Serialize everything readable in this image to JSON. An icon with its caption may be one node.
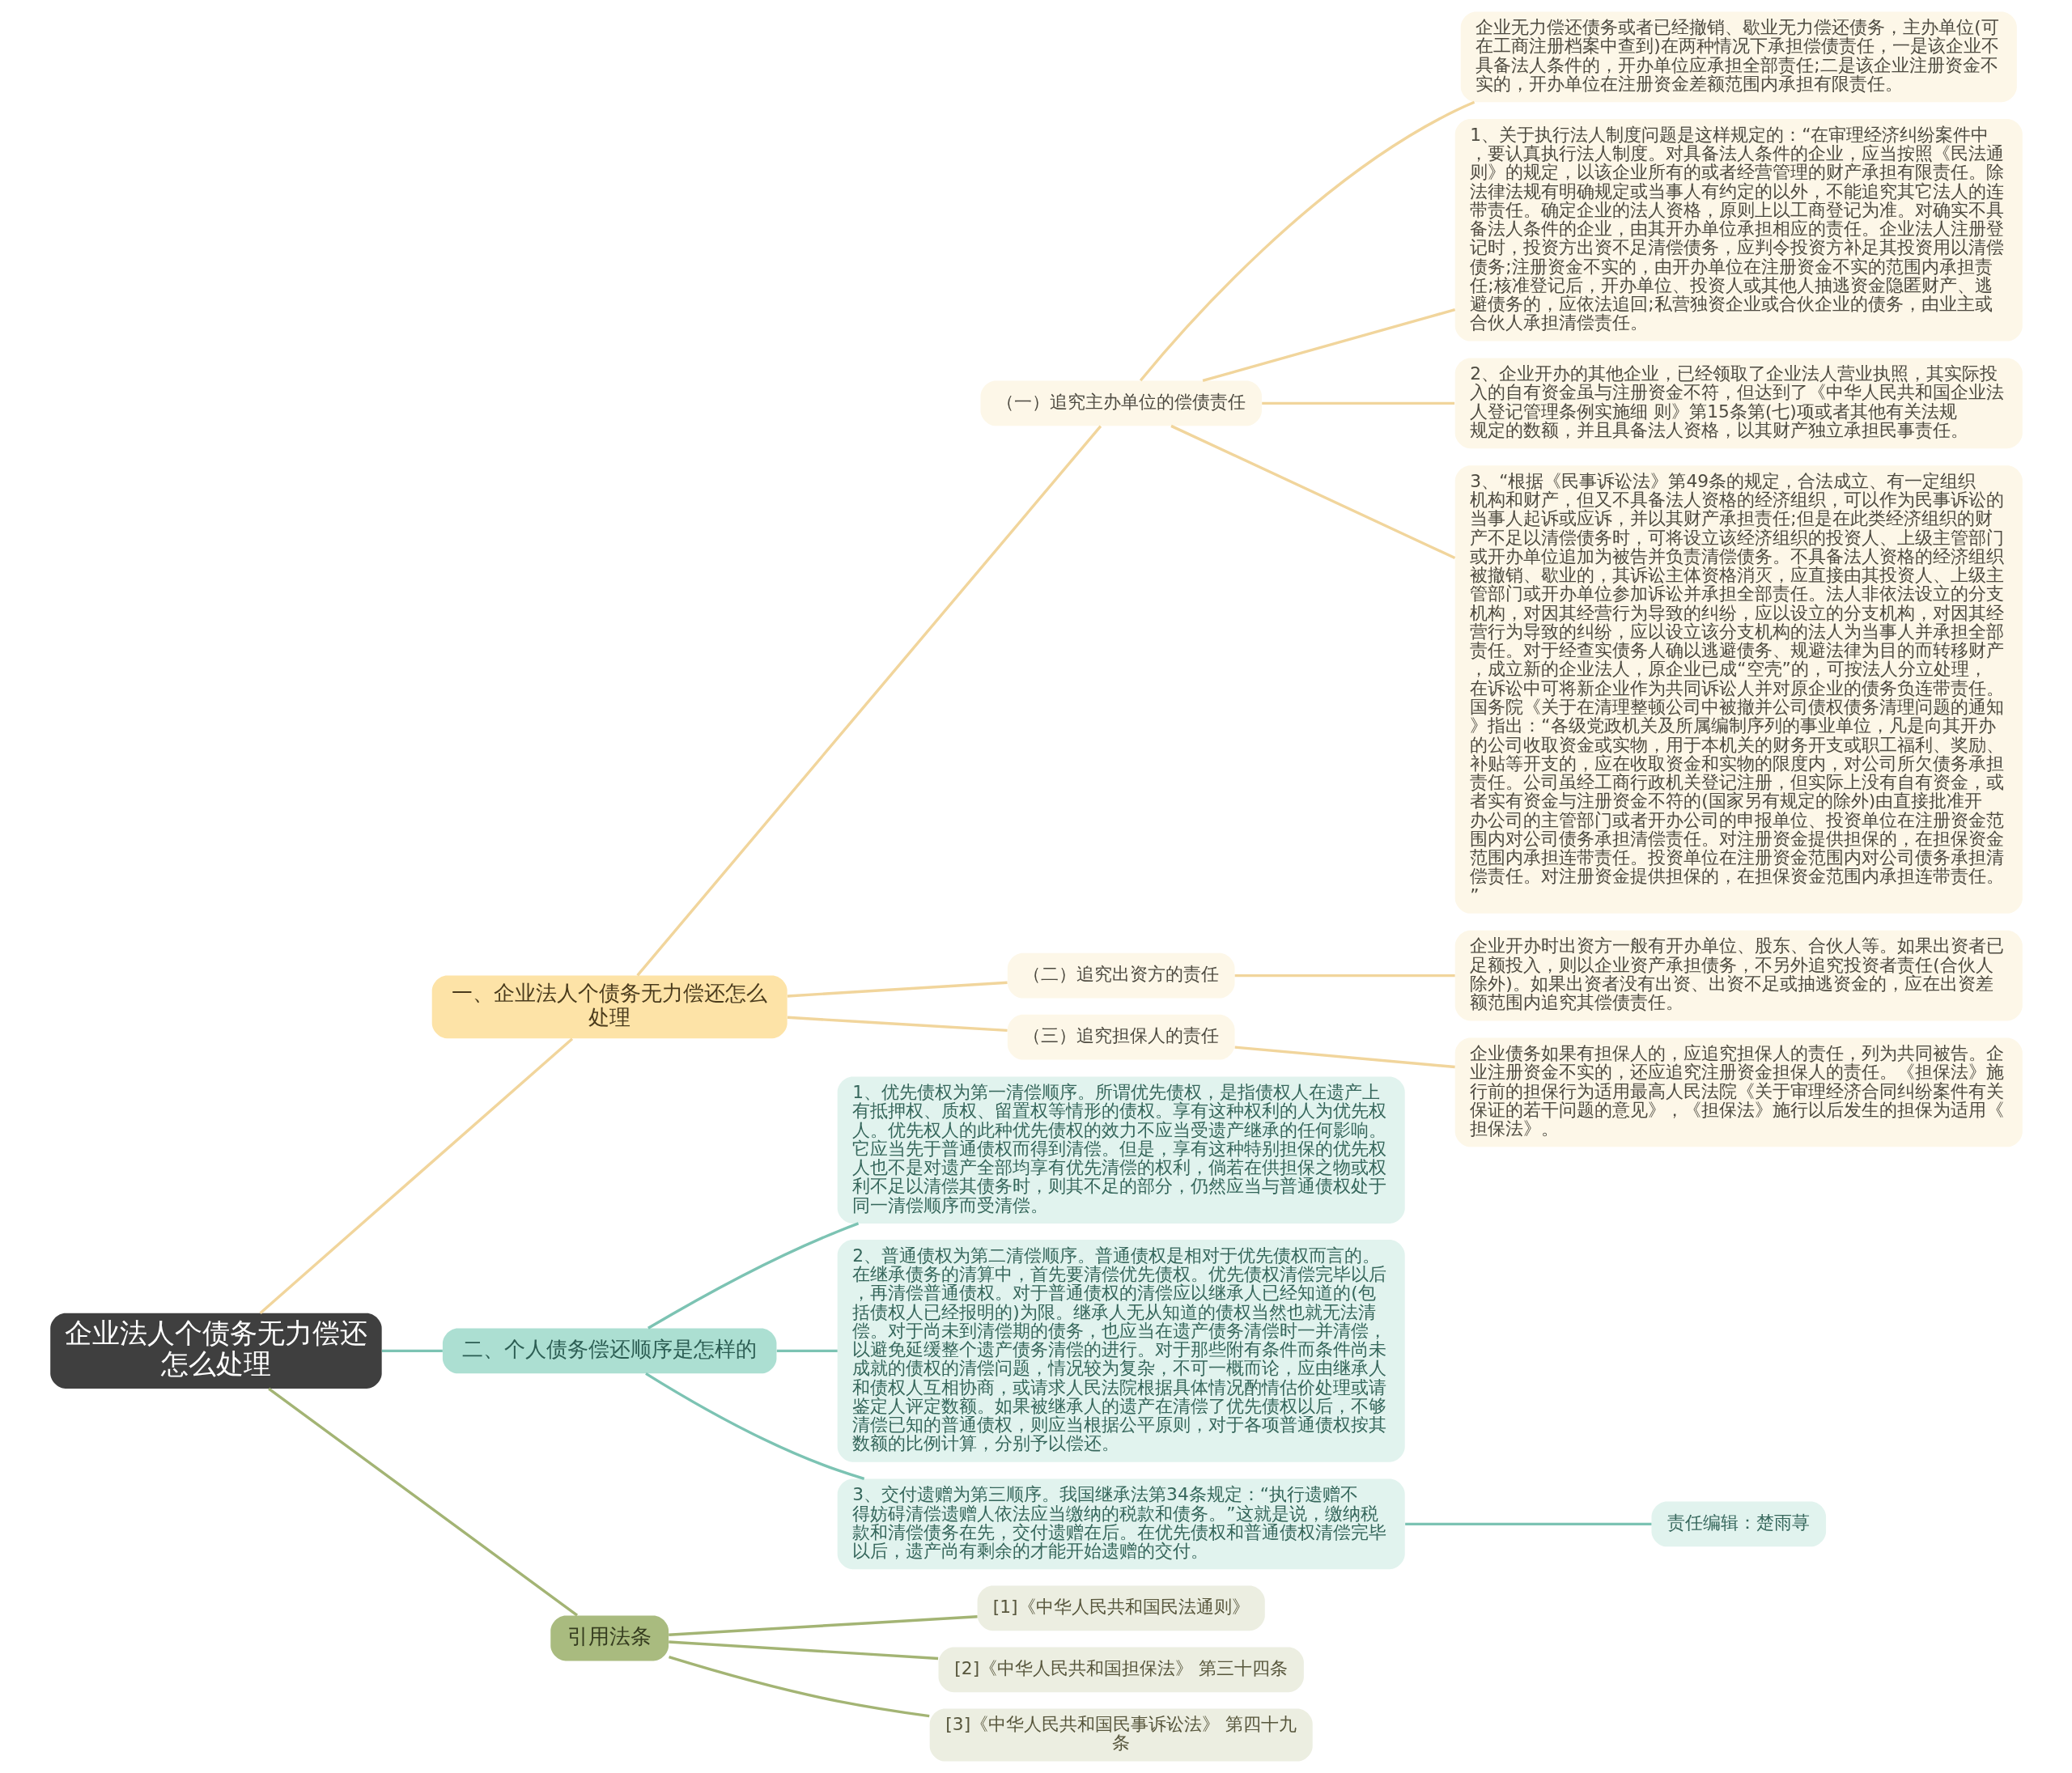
{
  "diagram": {
    "nodes": [
      {
        "text": [
          "企业法人个债务无力偿还怎么处理"
        ]
      },
      {
        "text": [
          "一、企业法人个债务无力偿还怎么处理"
        ]
      },
      {
        "text": [
          "（一）追究主办单位的偿债责任"
        ]
      },
      {
        "text": [
          "企业无力偿还债务或者已经撤销、歇业无力偿还债务，主办单位(可在工商注册档案中查到)在两种情况下承担偿债责任，一是该企业不具备法人条件的，开办单位应承担全部责任;二是该企业注册资金不实的，开办单位在注册资金差额范围内承担有限责任。"
        ]
      },
      {
        "text": [
          "1、关于执行法人制度问题是这样规定的：“在审理经济纠纷案件中，要认真执行法人制度。对具备法人条件的企业，应当按照《民法通则》的规定，以该企业所有的或者经营管理的财产承担有限责任。除法律法规有明确规定或当事人有约定的以外，不能追究其它法人的连带责任。确定企业的法人资格，原则上以工商登记为准。对确实不具备法人条件的企业，由其开办单位承担相应的责任。企业法人注册登记时，投资方出资不足清偿债务，应判令投资方补足其投资用以清偿债务;注册资金不实的，由开办单位在注册资金不实的范围内承担责任;核准登记后，开办单位、投资人或其他人抽逃资金隐匿财产、逃避债务的，应依法追回;私营独资企业或合伙企业的债务，由业主或合伙人承担清偿责任。"
        ]
      },
      {
        "text": [
          "2、企业开办的其他企业，已经领取了企业法人营业执照，其实际投入的自有资金虽与注册资金不符，但达到了《中华人民共和国企业法人登记管理条例实施细 则》第15条第(七)项或者其他有关法规规定的数额，并且具备法人资格，以其财产独立承担民事责任。"
        ]
      },
      {
        "text": [
          "3、“根据《民事诉讼法》第49条的规定，合法成立、有一定组织机构和财产，但又不具备法人资格的经济组织，可以作为民事诉讼的当事人起诉或应诉，并以其财产承担责任;但是在此类经济组织的财产不足以清偿债务时，可将设立该经济组织的投资人、上级主管部门或开办单位追加为被告并负责清偿债务。不具备法人资格的经济组织被撤销、歇业的，其诉讼主体资格消灭，应直接由其投资人、上级主管部门或开办单位参加诉讼并承担全部责任。法人非依法设立的分支机构，对因其经营行为导致的纠纷，应以设立的分支机构，对因其经营行为导致的纠纷，应以设立该分支机构的法人为当事人并承担全部责任。对于经查实债务人确以逃避债务、规避法律为目的而转移财产，成立新的企业法人，原企业已成“空壳”的，可按法人分立处理，在诉讼中可将新企业作为共同诉讼人并对原企业的债务负连带责任。国务院《关于在清理整顿公司中被撤并公司债权债务清理问题的通知》指出：“各级党政机关及所属编制序列的事业单位，凡是向其开办的公司收取资金或实物，用于本机关的财务开支或职工福利、奖励、补贴等开支的，应在收取资金和实物的限度内，对公司所欠债务承担责任。公司虽经工商行政机关登记注册，但实际上没有自有资金，或者实有资金与注册资金不符的(国家另有规定的除外)由直接批准开办公司的主管部门或者开办公司的申报单位、投资单位在注册资金范围内对公司债务承担清偿责任。对注册资金提供担保的，在担保资金范围内承担连带责任。投资单位在注册资金范围内对公司债务承担清偿责任。对注册资金提供担保的，在担保资金范围内承担连带责任。”"
        ]
      },
      {
        "text": [
          "（二）追究出资方的责任"
        ]
      },
      {
        "text": [
          "企业开办时出资方一般有开办单位、股东、合伙人等。如果出资者已足额投入，则以企业资产承担债务，不另外追究投资者责任(合伙人除外)。如果出资者没有出资、出资不足或抽逃资金的，应在出资差额范围内追究其偿债责任。"
        ]
      },
      {
        "text": [
          "（三）追究担保人的责任"
        ]
      },
      {
        "text": [
          "企业债务如果有担保人的，应追究担保人的责任，列为共同被告。企业注册资金不实的，还应追究注册资金担保人的责任。《担保法》施行前的担保行为适用最高人民法院《关于审理经济合同纠纷案件有关保证的若干问题的意见》，《担保法》施行以后发生的担保为适用《担保法》。"
        ]
      },
      {
        "text": [
          "二、个人债务偿还顺序是怎样的"
        ]
      },
      {
        "text": [
          "1、优先债权为第一清偿顺序。所谓优先债权，是指债权人在遗产上有抵押权、质权、留置权等情形的债权。享有这种权利的人为优先权人。优先权人的此种优先债权的效力不应当受遗产继承的任何影响。它应当先于普通债权而得到清偿。但是，享有这种特别担保的优先权人也不是对遗产全部均享有优先清偿的权利，倘若在供担保之物或权利不足以清偿其债务时，则其不足的部分，仍然应当与普通债权处于同一清偿顺序而受清偿。"
        ]
      },
      {
        "text": [
          "2、普通债权为第二清偿顺序。普通债权是相对于优先债权而言的。在继承债务的清算中，首先要清偿优先债权。优先债权清偿完毕以后，再清偿普通债权。对于普通债权的清偿应以继承人已经知道的(包括债权人已经报明的)为限。继承人无从知道的债权当然也就无法清偿。对于尚未到清偿期的债务，也应当在遗产债务清偿时一并清偿，以避免延缓整个遗产债务清偿的进行。对于那些附有条件而条件尚未成就的债权的清偿问题，情况较为复杂，不可一概而论，应由继承人和债权人互相协商，或请求人民法院根据具体情况酌情估价处理或请鉴定人评定数额。如果被继承人的遗产在清偿了优先债权以后，不够清偿已知的普通债权，则应当根据公平原则，对于各项普通债权按其数额的比例计算，分别予以偿还。"
        ]
      },
      {
        "text": [
          "3、交付遗赠为第三顺序。我国继承法第34条规定：“执行遗赠不得妨碍清偿遗赠人依法应当缴纳的税款和债务。”这就是说，缴纳税款和清偿债务在先，交付遗赠在后。在优先债权和普通债权清偿完毕以后，遗产尚有剩余的才能开始遗赠的交付。"
        ]
      },
      {
        "text": [
          "责任编辑：楚雨荨"
        ]
      },
      {
        "text": [
          "引用法条"
        ]
      },
      {
        "text": [
          "[1]《中华人民共和国民法通则》"
        ]
      },
      {
        "text": [
          "[2]《中华人民共和国担保法》 第三十四条"
        ]
      },
      {
        "text": [
          "[3]《中华人民共和国民事诉讼法》 第四十九条"
        ]
      }
    ],
    "edges": [
      {
        "from": 0,
        "to": 1,
        "arrow": "none"
      },
      {
        "from": 1,
        "to": 2,
        "arrow": "none"
      },
      {
        "from": 2,
        "to": 3,
        "arrow": "none"
      },
      {
        "from": 2,
        "to": 4,
        "arrow": "none"
      },
      {
        "from": 2,
        "to": 5,
        "arrow": "none"
      },
      {
        "from": 2,
        "to": 6,
        "arrow": "none"
      },
      {
        "from": 1,
        "to": 7,
        "arrow": "none"
      },
      {
        "from": 7,
        "to": 8,
        "arrow": "none"
      },
      {
        "from": 1,
        "to": 9,
        "arrow": "none"
      },
      {
        "from": 9,
        "to": 10,
        "arrow": "none"
      },
      {
        "from": 0,
        "to": 11,
        "arrow": "none",
        "color": "#7cc3b3"
      },
      {
        "from": 11,
        "to": 12,
        "arrow": "none",
        "color": "#7cc3b3"
      },
      {
        "from": 11,
        "to": 13,
        "arrow": "none",
        "color": "#7cc3b3"
      },
      {
        "from": 11,
        "to": 14,
        "arrow": "none",
        "color": "#7cc3b3"
      },
      {
        "from": 14,
        "to": 15,
        "arrow": "none",
        "color": "#7cc3b3"
      },
      {
        "from": 0,
        "to": 16,
        "arrow": "none",
        "color": "#a3b474"
      },
      {
        "from": 16,
        "to": 17,
        "arrow": "none",
        "color": "#a3b474"
      },
      {
        "from": 16,
        "to": 18,
        "arrow": "none",
        "color": "#a3b474"
      },
      {
        "from": 16,
        "to": 19,
        "arrow": "none",
        "color": "#a3b474"
      }
    ]
  }
}
